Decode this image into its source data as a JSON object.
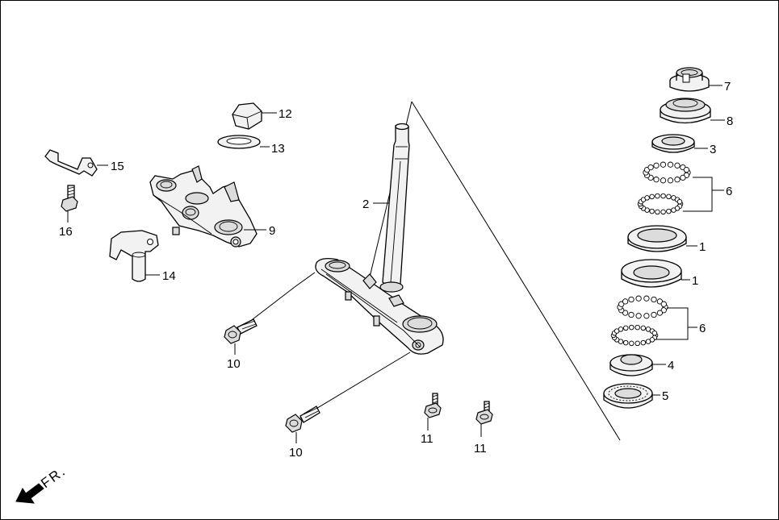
{
  "diagram": {
    "direction_label": "FR.",
    "callouts": [
      {
        "id": "c7",
        "text": "7"
      },
      {
        "id": "c8",
        "text": "8"
      },
      {
        "id": "c3",
        "text": "3"
      },
      {
        "id": "c6a",
        "text": "6"
      },
      {
        "id": "c1a",
        "text": "1"
      },
      {
        "id": "c1b",
        "text": "1"
      },
      {
        "id": "c6b",
        "text": "6"
      },
      {
        "id": "c4",
        "text": "4"
      },
      {
        "id": "c5",
        "text": "5"
      },
      {
        "id": "c12",
        "text": "12"
      },
      {
        "id": "c13",
        "text": "13"
      },
      {
        "id": "c15",
        "text": "15"
      },
      {
        "id": "c16",
        "text": "16"
      },
      {
        "id": "c9",
        "text": "9"
      },
      {
        "id": "c14",
        "text": "14"
      },
      {
        "id": "c2",
        "text": "2"
      },
      {
        "id": "c10a",
        "text": "10"
      },
      {
        "id": "c10b",
        "text": "10"
      },
      {
        "id": "c11a",
        "text": "11"
      },
      {
        "id": "c11b",
        "text": "11"
      }
    ]
  }
}
